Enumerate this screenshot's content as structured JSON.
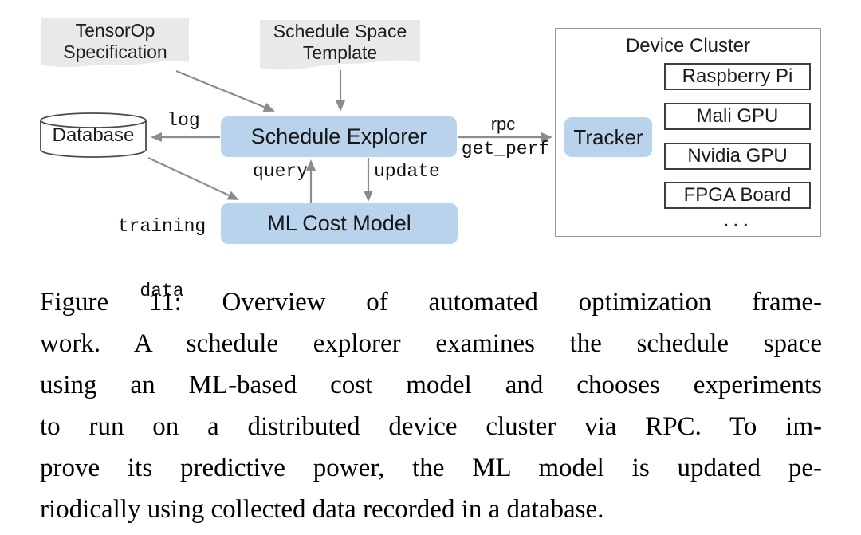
{
  "figure": {
    "nodes": {
      "tensorop": {
        "line1": "TensorOp",
        "line2": "Specification"
      },
      "template": {
        "line1": "Schedule Space",
        "line2": "Template"
      },
      "database": "Database",
      "schedule_explorer": "Schedule Explorer",
      "ml_cost_model": "ML Cost Model",
      "tracker": "Tracker",
      "device_cluster_title": "Device Cluster",
      "devices": [
        "Raspberry Pi",
        "Mali GPU",
        "Nvidia GPU",
        "FPGA Board"
      ],
      "devices_ellipsis": "..."
    },
    "edge_labels": {
      "log": "log",
      "training_line1": "training",
      "training_line2": "data",
      "query": "query",
      "update": "update",
      "rpc": "rpc",
      "get_perf": "get_perf"
    },
    "colors": {
      "node_blue": "#b9d3ec",
      "doc_gray": "#e9e9e9",
      "arrow_gray": "#8c8c8c",
      "device_border": "#3d3d3d",
      "cluster_border": "#979797"
    }
  },
  "caption": {
    "figure_label": "Figure 11:",
    "lines": [
      "Figure 11: Overview of automated optimization frame-",
      "work. A schedule explorer examines the schedule space",
      "using an ML-based cost model and chooses experiments",
      "to run on a distributed device cluster via RPC. To im-",
      "prove its predictive power, the ML model is updated pe-",
      "riodically using collected data recorded in a database."
    ]
  }
}
